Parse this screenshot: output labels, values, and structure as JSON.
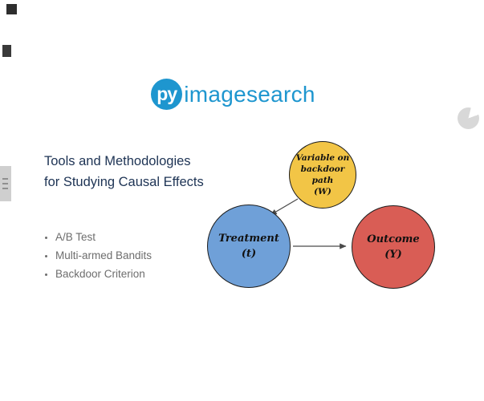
{
  "logo": {
    "badge_text": "py",
    "wordmark": "imagesearch",
    "brand_color": "#1e96cf"
  },
  "slide": {
    "title_line1": "Tools and Methodologies",
    "title_line2": "for Studying Causal Effects",
    "title_color": "#1d3354",
    "bullets": [
      "A/B Test",
      "Multi-armed Bandits",
      "Backdoor Criterion"
    ]
  },
  "diagram": {
    "nodes": [
      {
        "id": "W",
        "lines": [
          "Variable on",
          "backdoor path",
          "(W)"
        ],
        "fill": "#f2c546"
      },
      {
        "id": "t",
        "lines": [
          "Treatment",
          "(t)"
        ],
        "fill": "#6fa0d8"
      },
      {
        "id": "Y",
        "lines": [
          "Outcome",
          "(Y)"
        ],
        "fill": "#d95d55"
      }
    ],
    "edges": [
      {
        "from": "W",
        "to": "t"
      },
      {
        "from": "t",
        "to": "Y"
      }
    ],
    "arrow_color": "#4a4a4a",
    "outline_color": "#1c1c1c"
  },
  "decor": {
    "top_left_square": "dark-square",
    "left_edge_square": "dark-square",
    "left_edge_panel": "list-thumbnail",
    "right_pie": "pie-loading-icon"
  }
}
